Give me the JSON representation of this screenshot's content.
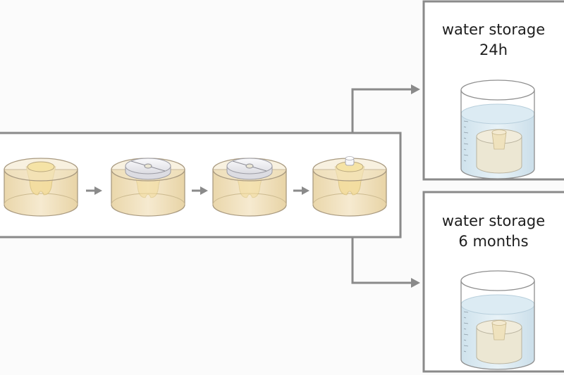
{
  "diagram": {
    "process": {
      "steps": [
        {
          "id": "step-1",
          "name": "resin-base-with-tooth",
          "cap": "none"
        },
        {
          "id": "step-2",
          "name": "resin-base-with-white-disc",
          "cap": "disc"
        },
        {
          "id": "step-3",
          "name": "resin-base-with-white-disc",
          "cap": "disc"
        },
        {
          "id": "step-4",
          "name": "resin-base-with-tooth-and-post",
          "cap": "post"
        }
      ],
      "arrow_icon": "arrow-right-icon"
    },
    "outcomes": [
      {
        "id": "outcome-24h",
        "title_line1": "water storage",
        "title_line2": "24h",
        "icon": "water-beaker-icon"
      },
      {
        "id": "outcome-6m",
        "title_line1": "water storage",
        "title_line2": "6 months",
        "icon": "water-beaker-icon"
      }
    ],
    "colors": {
      "frame": "#8a8a8a",
      "resin_fill": "#efe0bc",
      "resin_stroke": "#a99a80",
      "tooth_fill": "#f3dc9a",
      "disc_fill": "#f4f4f6",
      "water_fill": "#cde3ee",
      "glass_stroke": "#8f8f8f"
    }
  }
}
